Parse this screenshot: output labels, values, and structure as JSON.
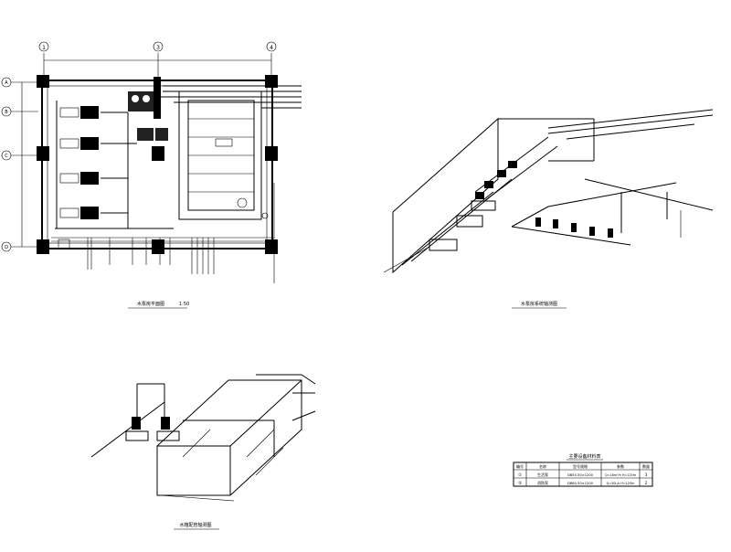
{
  "plan": {
    "title": "水泵房平面图",
    "scale": "1:50",
    "grid_cols": [
      "1",
      "3",
      "4"
    ],
    "grid_rows": [
      "A",
      "B",
      "C",
      "D"
    ]
  },
  "iso_main": {
    "title": "水泵房系统轴测图"
  },
  "iso_tank": {
    "title": "水箱配管轴测图"
  },
  "equipment_table": {
    "title": "主要设备材料表",
    "headers": [
      "编号",
      "名称",
      "型号规格",
      "参数",
      "数量"
    ],
    "rows": [
      {
        "no": "①",
        "name": "生活泵",
        "model": "DB50-50×1200",
        "spec": "Q=18m³/h H=125m",
        "qty": "3"
      },
      {
        "no": "②",
        "name": "消防泵",
        "model": "DB80-50×1200",
        "spec": "Q=30L/s H=120m",
        "qty": "2"
      }
    ]
  }
}
